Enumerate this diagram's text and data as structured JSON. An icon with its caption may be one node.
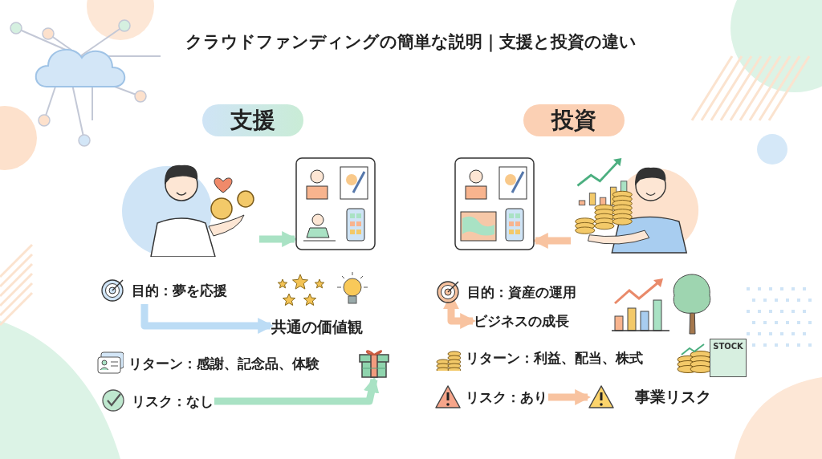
{
  "diagram": {
    "title": "クラウドファンディングの簡単な説明｜支援と投資の違い",
    "nodes": [
      {
        "text": [
          "支援"
        ]
      },
      {
        "text": [],
        "shape": "picture"
      },
      {
        "text": [],
        "shape": "picture"
      },
      {
        "text": [
          "目的：夢を応援"
        ]
      },
      {
        "text": [
          "共通の価値観"
        ]
      },
      {
        "text": [
          "リターン：感謝、記念品、体験"
        ]
      },
      {
        "text": [],
        "shape": "picture"
      },
      {
        "text": [
          "リスク：なし"
        ]
      },
      {
        "text": [
          "投資"
        ]
      },
      {
        "text": [],
        "shape": "picture"
      },
      {
        "text": [],
        "shape": "picture"
      },
      {
        "text": [
          "目的：資産の運用"
        ]
      },
      {
        "text": [
          "ビジネスの成長"
        ]
      },
      {
        "text": [
          "リターン：利益、配当、株式"
        ]
      },
      {
        "text": [
          "リスク：あり"
        ]
      },
      {
        "text": [
          "事業リスク"
        ]
      }
    ],
    "edges": [
      {
        "from": 1,
        "to": 2,
        "arrow": "to",
        "color": "#a9e2c4"
      },
      {
        "from": 3,
        "to": 4,
        "arrow": "to",
        "color": "#bcdcf5"
      },
      {
        "from": 7,
        "to": 6,
        "arrow": "to",
        "color": "#a9e2c4"
      },
      {
        "from": 10,
        "to": 9,
        "arrow": "to",
        "color": "#f8c3a0"
      },
      {
        "from": 11,
        "to": 12,
        "arrow": "both",
        "color": "#f8c3a0"
      },
      {
        "from": 14,
        "to": 15,
        "arrow": "to",
        "color": "#f8c3a0"
      }
    ],
    "labels": [
      "STOCK"
    ]
  }
}
